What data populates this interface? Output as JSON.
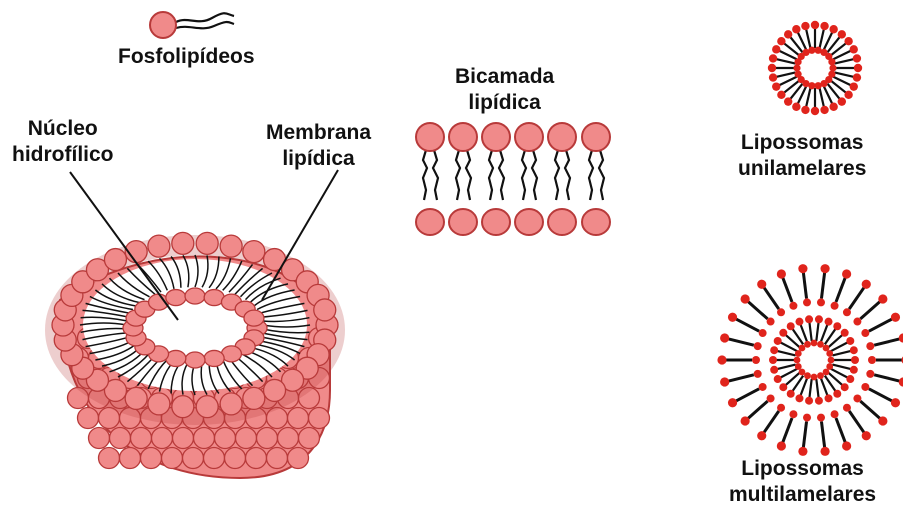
{
  "labels": {
    "phospholipids": "Fosfolipídeos",
    "bilayer_line1": "Bicamada",
    "bilayer_line2": "lipídica",
    "core_line1": "Núcleo",
    "core_line2": "hidrofílico",
    "membrane_line1": "Membrana",
    "membrane_line2": "lipídica",
    "unilamellar_line1": "Lipossomas",
    "unilamellar_line2": "unilamelares",
    "multilamellar_line1": "Lipossomas",
    "multilamellar_line2": "multilamelares"
  },
  "colors": {
    "head_fill": "#f08a8a",
    "head_stroke": "#b83a3a",
    "small_head_fill": "#e0241c",
    "tail": "#111111",
    "text": "#111111"
  }
}
